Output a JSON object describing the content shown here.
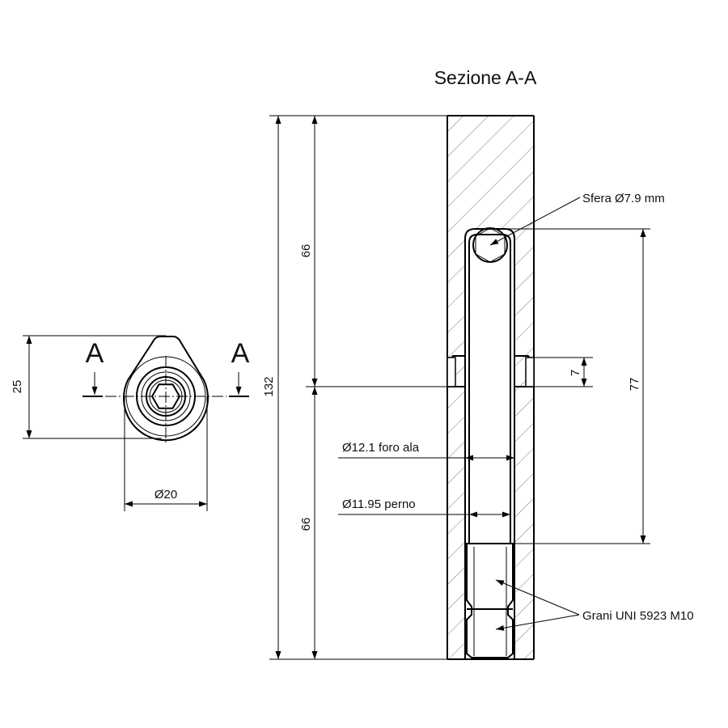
{
  "title": "Sezione A-A",
  "section_mark": "A",
  "dims": {
    "d132": "132",
    "d66_top": "66",
    "d66_bottom": "66",
    "d25": "25",
    "d20": "Ø20",
    "d7": "7",
    "d77": "77"
  },
  "notes": {
    "sfera": "Sfera Ø7.9 mm",
    "foro_ala": "Ø12.1 foro ala",
    "perno": "Ø11.95 perno",
    "grani": "Grani UNI 5923 M10"
  }
}
